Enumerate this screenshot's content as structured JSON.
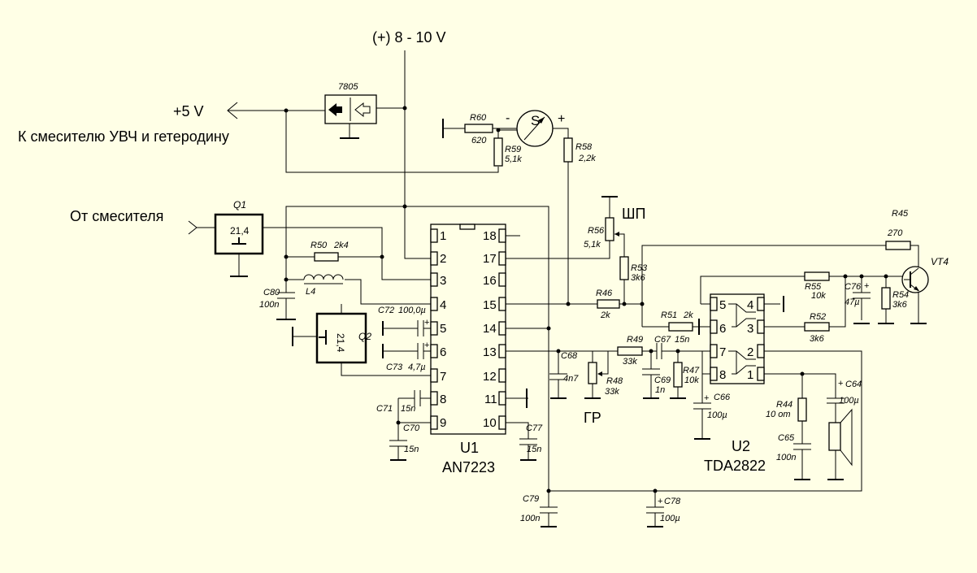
{
  "labels": {
    "supply": "(+) 8 - 10 V",
    "plus5": "+5 V",
    "to_mixer": "К смесителю УВЧ и гетеродину",
    "from_mixer": "От смесителя",
    "shp": "ШП",
    "gr": "ГР",
    "meter_s": "S",
    "meter_minus": "-",
    "meter_plus": "+",
    "reg_name": "7805"
  },
  "ics": {
    "u1": {
      "ref": "U1",
      "part": "AN7223",
      "pins_left": [
        "1",
        "2",
        "3",
        "4",
        "5",
        "6",
        "7",
        "8",
        "9"
      ],
      "pins_right": [
        "18",
        "17",
        "16",
        "15",
        "14",
        "13",
        "12",
        "11",
        "10"
      ]
    },
    "u2": {
      "ref": "U2",
      "part": "TDA2822",
      "pins_left": [
        "5",
        "6",
        "7",
        "8"
      ],
      "pins_right": [
        "4",
        "3",
        "2",
        "1"
      ]
    }
  },
  "crystals": {
    "q1": {
      "ref": "Q1",
      "freq": "21,4"
    },
    "q2": {
      "ref": "Q2",
      "freq": "21,4"
    }
  },
  "transistor": {
    "ref": "VT4"
  },
  "inductor": {
    "ref": "L4"
  },
  "resistors": {
    "r60": {
      "ref": "R60",
      "value": "620"
    },
    "r59": {
      "ref": "R59",
      "value": "5,1k"
    },
    "r58": {
      "ref": "R58",
      "value": "2,2k"
    },
    "r50": {
      "ref": "R50",
      "value": "2k4"
    },
    "r56": {
      "ref": "R56",
      "value": "5,1k"
    },
    "r53": {
      "ref": "R53",
      "value": "3k6"
    },
    "r46": {
      "ref": "R46",
      "value": "2k"
    },
    "r51": {
      "ref": "R51",
      "value": "2k"
    },
    "r49": {
      "ref": "R49",
      "value": "33k"
    },
    "r48": {
      "ref": "R48",
      "value": "33k"
    },
    "r47": {
      "ref": "R47",
      "value": "10k"
    },
    "r45": {
      "ref": "R45",
      "value": "270"
    },
    "r55": {
      "ref": "R55",
      "value": "10k"
    },
    "r54": {
      "ref": "R54",
      "value": "3k6"
    },
    "r52": {
      "ref": "R52",
      "value": "3k6"
    },
    "r44": {
      "ref": "R44",
      "value": "10 om"
    }
  },
  "capacitors": {
    "c80": {
      "ref": "C80",
      "value": "100n"
    },
    "c72": {
      "ref": "C72",
      "value": "100,0µ"
    },
    "c73": {
      "ref": "C73",
      "value": "4,7µ"
    },
    "c71": {
      "ref": "C71",
      "value": "15n"
    },
    "c70": {
      "ref": "C70",
      "value": "15n"
    },
    "c77": {
      "ref": "C77",
      "value": "15n"
    },
    "c68": {
      "ref": "C68",
      "value": "4n7"
    },
    "c67": {
      "ref": "C67",
      "value": "15n"
    },
    "c69": {
      "ref": "C69",
      "value": "1n"
    },
    "c66": {
      "ref": "C66",
      "value": "100µ"
    },
    "c76": {
      "ref": "C76",
      "value": "47µ"
    },
    "c64": {
      "ref": "C64",
      "value": "100µ"
    },
    "c65": {
      "ref": "C65",
      "value": "100n"
    },
    "c79": {
      "ref": "C79",
      "value": "100n"
    },
    "c78": {
      "ref": "C78",
      "value": "100µ"
    }
  }
}
